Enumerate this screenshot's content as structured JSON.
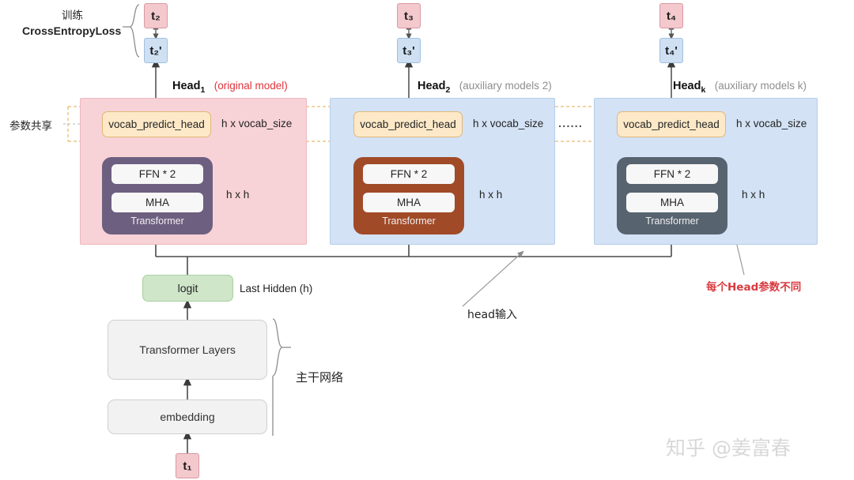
{
  "tokens": {
    "t2_target": "t₂",
    "t2_pred": "t₂'",
    "t3_target": "t₃",
    "t3_pred": "t₃'",
    "t4_target": "t₄",
    "t4_pred": "t₄'",
    "t1_input": "t₁"
  },
  "loss": {
    "train_label": "训练",
    "loss_label": "CrossEntropyLoss"
  },
  "heads": [
    {
      "title": "Head",
      "subscript": "1",
      "caption": "(original model)",
      "caption_color": "#e0333b",
      "panel_color": "#f7d2d6",
      "transformer_color": "#6d5f80",
      "vocab_label": "vocab_predict_head",
      "vocab_dim": "h x vocab_size",
      "ffn_label": "FFN * 2",
      "mha_label": "MHA",
      "transformer_label": "Transformer",
      "hidden_dim": "h x h"
    },
    {
      "title": "Head",
      "subscript": "2",
      "caption": "(auxiliary models 2)",
      "caption_color": "#8e8e8e",
      "panel_color": "#d3e2f5",
      "transformer_color": "#a14a27",
      "vocab_label": "vocab_predict_head",
      "vocab_dim": "h x vocab_size",
      "ffn_label": "FFN * 2",
      "mha_label": "MHA",
      "transformer_label": "Transformer",
      "hidden_dim": "h x h"
    },
    {
      "title": "Head",
      "subscript": "k",
      "caption": "(auxiliary models k)",
      "caption_color": "#8e8e8e",
      "panel_color": "#d3e2f5",
      "transformer_color": "#57646f",
      "vocab_label": "vocab_predict_head",
      "vocab_dim": "h x vocab_size",
      "ffn_label": "FFN * 2",
      "mha_label": "MHA",
      "transformer_label": "Transformer",
      "hidden_dim": "h x h"
    }
  ],
  "ellipsis": "......",
  "annotations": {
    "param_share": "参数共享",
    "head_input": "head输入",
    "per_head_diff": "每个Head参数不同",
    "backbone": "主干网络"
  },
  "backbone": {
    "logit_label": "logit",
    "last_hidden_label": "Last Hidden (h)",
    "transformer_layers_label": "Transformer Layers",
    "embedding_label": "embedding"
  },
  "watermark": "知乎 @姜富春",
  "colors": {
    "red_accent": "#d93a3f",
    "vocab_fill": "#fde9c8",
    "logit_fill": "#cfe6c9",
    "token_target": "#f3c9ce",
    "token_pred": "#cfe0f3"
  }
}
